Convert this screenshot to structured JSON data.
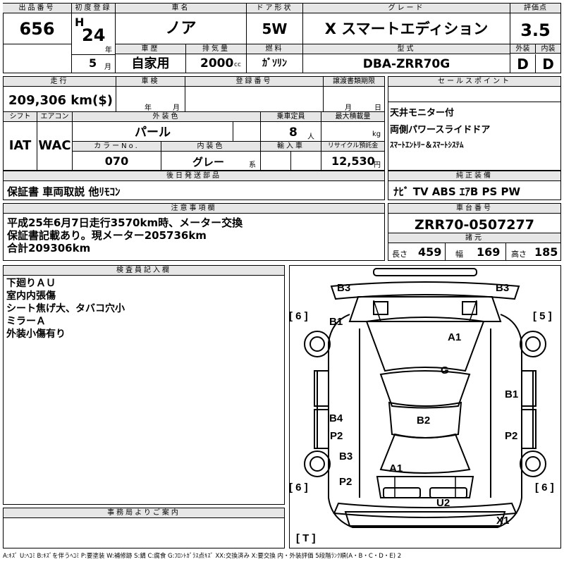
{
  "header": {
    "lot_number_label": "出品番号",
    "lot_number": "656",
    "first_reg_label": "初度登録",
    "era": "H",
    "year": "24",
    "year_unit": "年",
    "month": "5",
    "month_unit": "月",
    "car_name_label": "車名",
    "car_name": "ノア",
    "door_label": "ドア形状",
    "door": "5W",
    "grade_label": "グレード",
    "grade": "X スマートエディション",
    "score_label": "評価点",
    "score": "3.5",
    "history_label": "車歴",
    "history": "自家用",
    "displacement_label": "排気量",
    "displacement": "2000",
    "displacement_unit": "cc",
    "fuel_label": "燃料",
    "fuel": "ｶﾞｿﾘﾝ",
    "model_label": "型式",
    "model": "DBA-ZRR70G",
    "exterior_label": "外装",
    "exterior": "D",
    "interior_label": "内装",
    "interior": "D"
  },
  "row2": {
    "mileage_label": "走行",
    "mileage": "209,306 km($)",
    "inspection_label": "車検",
    "inspection_year_unit": "年",
    "inspection_month_unit": "月",
    "reg_no_label": "登録番号",
    "transfer_label": "譲渡書類期限",
    "transfer_month_unit": "月",
    "transfer_day_unit": "日",
    "shift_label": "シフト",
    "shift": "IAT",
    "ac_label": "エアコン",
    "ac": "WAC",
    "color_label": "外装色",
    "color": "パール",
    "capacity_label": "乗車定員",
    "capacity": "8",
    "capacity_unit": "人",
    "load_label": "最大積載量",
    "load_unit": "kg",
    "color_no_label": "カラーNo.",
    "color_no": "070",
    "interior_color_label": "内装色",
    "interior_color": "グレー",
    "interior_color_unit": "系",
    "import_label": "輸入車",
    "recycle_label": "リサイクル預託金",
    "recycle": "12,530",
    "recycle_unit": "円"
  },
  "sales": {
    "label": "セールスポイント",
    "lines": [
      "天井モニター付",
      "両側パワースライドドア",
      "ｽﾏｰﾄｴﾝﾄﾘｰ＆ｽﾏｰﾄｼｽﾃﾑ"
    ]
  },
  "accessories": {
    "label": "後日発送部品",
    "value": "保証書 車両取説 他ﾘﾓｺﾝ"
  },
  "equipment": {
    "label": "純正装備",
    "value": "ﾅﾋﾞ TV ABS ｴｱB PS PW"
  },
  "notes": {
    "label": "注意事項欄",
    "lines": [
      "平成25年6月7日走行3570km時、メーター交換",
      "保証書記載あり。現メーター205736km",
      "合計209306km"
    ]
  },
  "chassis": {
    "label": "車台番号",
    "value": "ZRR70-0507277",
    "spec_label": "諸元",
    "length_label": "長さ",
    "length": "459",
    "width_label": "幅",
    "width": "169",
    "height_label": "高さ",
    "height": "185"
  },
  "inspector": {
    "label": "検査員記入欄",
    "lines": [
      "下廻りＡＵ",
      "室内内張傷",
      "シート焦げ大、タバコ穴小",
      "ミラーＡ",
      "外装小傷有り"
    ]
  },
  "office": {
    "label": "事務局よりご案内"
  },
  "diagram": {
    "marks": {
      "b3_left": "B3",
      "b3_right": "B3",
      "tire_fl": "[ 6 ]",
      "tire_fr": "[ 5 ]",
      "b1_left": "B1",
      "a1_top": "A1",
      "g": "G",
      "b1_right": "B1",
      "b4": "B4",
      "b2": "B2",
      "p2_left": "P2",
      "p2_right": "P2",
      "b3_low": "B3",
      "a1_low": "A1",
      "p2_low": "P2",
      "tire_rl": "[ 6 ]",
      "tire_rr": "[ 6 ]",
      "u2": "U2",
      "x1": "X1",
      "tire_spare": "[ T ]"
    }
  },
  "legend": "A:ｷｽﾞ U:ﾍｺﾐ B:ｷｽﾞを伴うﾍｺﾐ P:要塗装 W:補修跡 S:錆 C:腐食 G:ﾌﾛﾝﾄｶﾞﾗｽ点ｷｽﾞ XX:交換済み X:要交換 内・外装評価 5段階ﾗﾝｸ順(A・B・C・D・E) 2"
}
